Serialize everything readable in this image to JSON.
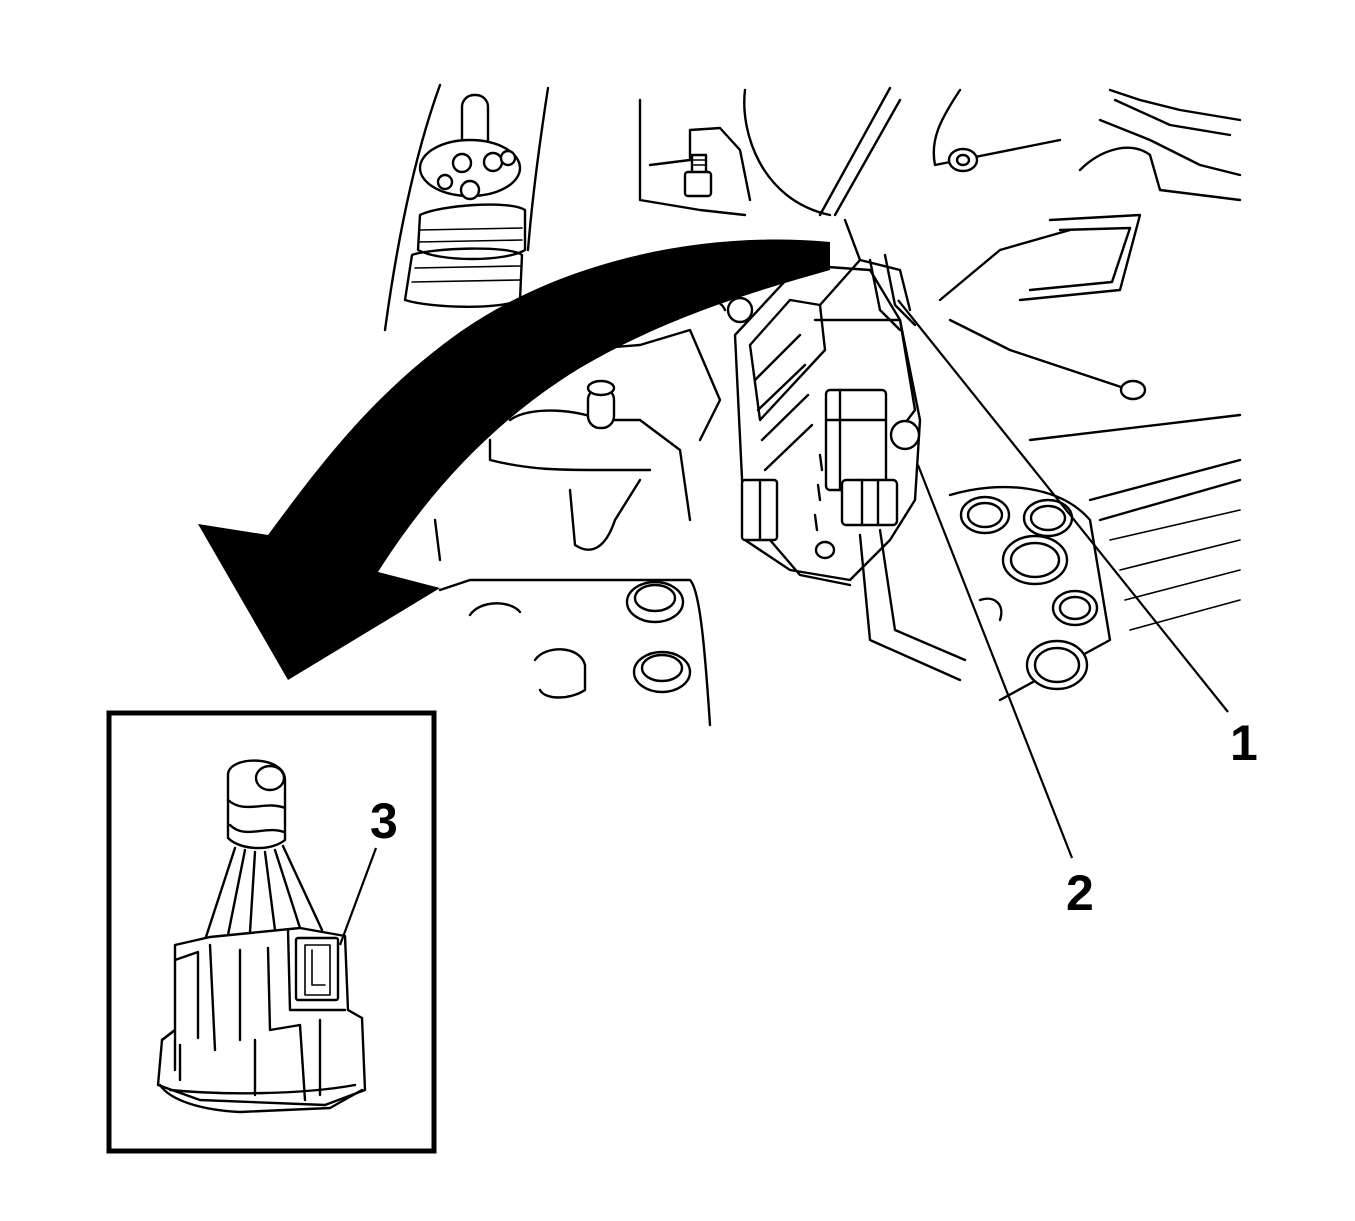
{
  "diagram": {
    "callouts": [
      {
        "id": "1",
        "label": "1"
      },
      {
        "id": "2",
        "label": "2"
      },
      {
        "id": "3",
        "label": "3"
      }
    ],
    "icons": [
      "curved-arrow-icon",
      "connector-detail-inset"
    ],
    "colors": {
      "line": "#000000",
      "background": "#ffffff"
    }
  }
}
